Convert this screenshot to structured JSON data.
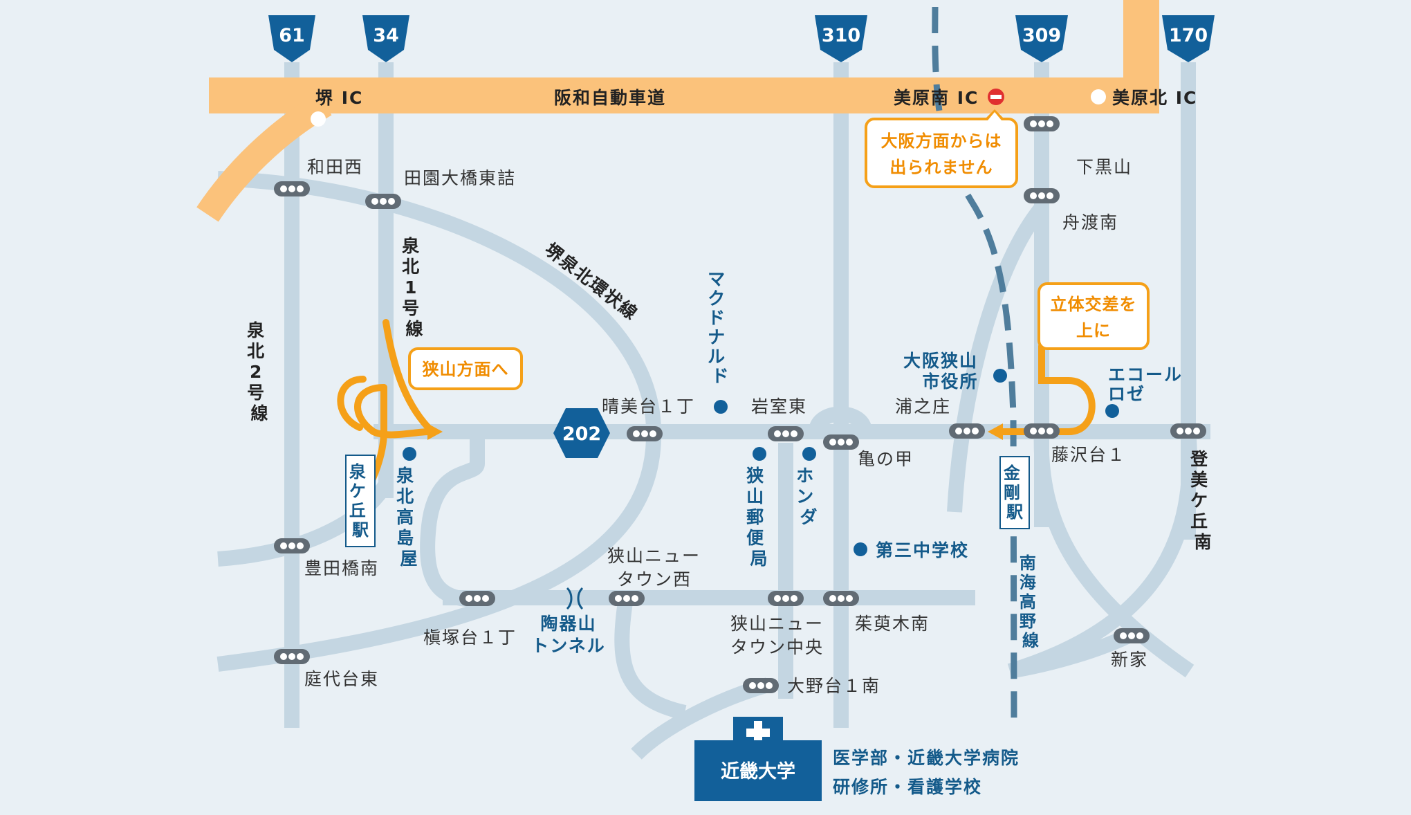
{
  "routes": {
    "r61": "61",
    "r34": "34",
    "r310": "310",
    "r309": "309",
    "r170": "170",
    "r202": "202"
  },
  "expressway": {
    "name": "阪和自動車道",
    "ic_sakai": "堺 IC",
    "ic_mihara_s": "美原南 IC",
    "ic_mihara_n": "美原北 IC"
  },
  "callouts": {
    "no_exit_1": "大阪方面からは",
    "no_exit_2": "出られません",
    "overpass_1": "立体交差を",
    "overpass_2": "上に",
    "sayama_dir": "狭山方面へ"
  },
  "intersections": {
    "wadanishi": "和田西",
    "denen": "田園大橋東詰",
    "shimokuroyama": "下黒山",
    "funato": "舟渡南",
    "harumidai": "晴美台１丁",
    "iwamuro": "岩室東",
    "uranosho": "浦之庄",
    "kamenoko": "亀の甲",
    "fujisawadai": "藤沢台１",
    "toyodabashi": "豊田橋南",
    "makizuka": "槇塚台１丁",
    "teshiro": "庭代台東",
    "sayama_nishi_1": "狭山ニュー",
    "sayama_nishi_2": "タウン西",
    "sayama_chuo_1": "狭山ニュー",
    "sayama_chuo_2": "タウン中央",
    "chayakimi": "茱萸木南",
    "onodai": "大野台１南",
    "shinke": "新家",
    "tomigaoka": [
      "登",
      "美",
      "ケ",
      "丘",
      "南"
    ]
  },
  "roads": {
    "senboku1": [
      "泉",
      "北",
      "1",
      "号",
      "線"
    ],
    "senboku2": [
      "泉",
      "北",
      "2",
      "号",
      "線"
    ],
    "sakaisen": "堺泉北環状線",
    "nankai": [
      "南",
      "海",
      "高",
      "野",
      "線"
    ]
  },
  "stations": {
    "izumigaoka": [
      "泉",
      "ケ",
      "丘",
      "駅"
    ],
    "kongo": [
      "金",
      "剛",
      "駅"
    ]
  },
  "pois": {
    "mcdonalds": [
      "マ",
      "ク",
      "ド",
      "ナ",
      "ル",
      "ド"
    ],
    "takashimaya": [
      "泉",
      "北",
      "高",
      "島",
      "屋"
    ],
    "post": [
      "狭",
      "山",
      "郵",
      "便",
      "局"
    ],
    "honda": [
      "ホ",
      "ン",
      "ダ"
    ],
    "school": "第三中学校",
    "city_hall_1": "大阪狭山",
    "city_hall_2": "市役所",
    "ecole_1": "エコール",
    "ecole_2": "ロゼ",
    "tunnel_1": "陶器山",
    "tunnel_2": "トンネル"
  },
  "destination": {
    "name": "近畿大学",
    "desc_1": "医学部・近畿大学病院",
    "desc_2": "研修所・看護学校"
  },
  "colors": {
    "road": "#c4d6e2",
    "expressway": "#fbc27b",
    "orange": "#f5a018",
    "blue": "#12609a",
    "railway": "#4f7d9c",
    "background": "#e9f0f5"
  }
}
